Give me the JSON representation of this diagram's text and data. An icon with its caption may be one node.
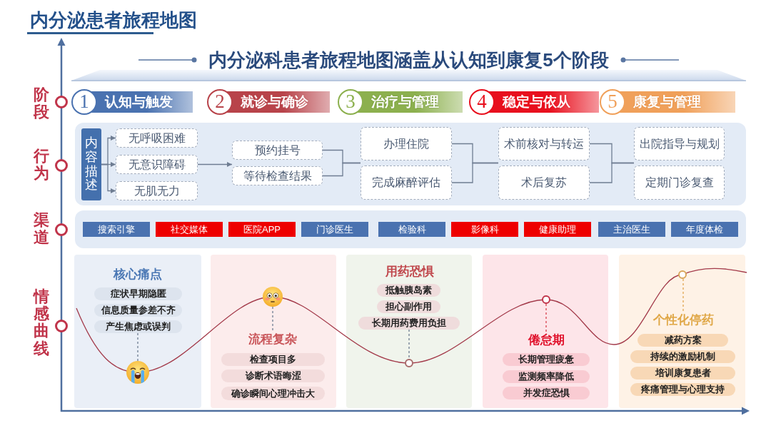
{
  "diagram": {
    "title": "内分泌患者旅程地图",
    "nodes": [
      {
        "text": [
          "内分泌科患者旅程地图涵盖从认知到康复5个阶段"
        ]
      },
      {
        "text": [
          "1",
          "认知与触发"
        ]
      },
      {
        "text": [
          "2",
          "就诊与确诊"
        ]
      },
      {
        "text": [
          "3",
          "治疗与管理"
        ]
      },
      {
        "text": [
          "4",
          "稳定与依从"
        ]
      },
      {
        "text": [
          "5",
          "康复与管理"
        ]
      },
      {
        "text": [],
        "shape": "box"
      },
      {
        "text": [
          "内容描述"
        ],
        "in": 6
      },
      {
        "text": [
          "无呼吸困难"
        ],
        "in": 6
      },
      {
        "text": [
          "无意识障碍"
        ],
        "in": 6
      },
      {
        "text": [
          "无肌无力"
        ],
        "in": 6
      },
      {
        "text": [
          "预约挂号"
        ],
        "in": 6
      },
      {
        "text": [
          "等待检查结果"
        ],
        "in": 6
      },
      {
        "text": [
          "办理住院"
        ],
        "in": 6
      },
      {
        "text": [
          "完成麻醉评估"
        ],
        "in": 6
      },
      {
        "text": [
          "术前核对与转运"
        ],
        "in": 6
      },
      {
        "text": [
          "术后复苏"
        ],
        "in": 6
      },
      {
        "text": [
          "出院指导与规划"
        ],
        "in": 6
      },
      {
        "text": [
          "定期门诊复查"
        ],
        "in": 6
      },
      {
        "text": [],
        "shape": "box"
      },
      {
        "text": [
          "搜索引擎"
        ],
        "in": 19
      },
      {
        "text": [
          "社交媒体"
        ],
        "in": 19
      },
      {
        "text": [
          "医院APP"
        ],
        "in": 19
      },
      {
        "text": [
          "门诊医生"
        ],
        "in": 19
      },
      {
        "text": [
          "检验科"
        ],
        "in": 19
      },
      {
        "text": [
          "影像科"
        ],
        "in": 19
      },
      {
        "text": [
          "健康助理"
        ],
        "in": 19
      },
      {
        "text": [
          "主治医生"
        ],
        "in": 19
      },
      {
        "text": [
          "年度体检"
        ],
        "in": 19
      },
      {
        "text": [],
        "shape": "box"
      },
      {
        "text": [
          "核心痛点"
        ],
        "in": 29
      },
      {
        "text": [
          "症状早期隐匿"
        ],
        "in": 29
      },
      {
        "text": [
          "信息质量参差不齐"
        ],
        "in": 29
      },
      {
        "text": [
          "产生焦虑或误判"
        ],
        "in": 29
      },
      {
        "text": [],
        "shape": "picture",
        "in": 29
      },
      {
        "text": [],
        "shape": "box"
      },
      {
        "text": [],
        "shape": "picture",
        "in": 35
      },
      {
        "text": [
          "流程复杂"
        ],
        "in": 35
      },
      {
        "text": [
          "检查项目多"
        ],
        "in": 35
      },
      {
        "text": [
          "诊断术语晦涩"
        ],
        "in": 35
      },
      {
        "text": [
          "确诊瞬间心理冲击大"
        ],
        "in": 35
      },
      {
        "text": [],
        "shape": "box"
      },
      {
        "text": [
          "用药恐惧"
        ],
        "in": 41
      },
      {
        "text": [
          "抵触胰岛素"
        ],
        "in": 41
      },
      {
        "text": [
          "担心副作用"
        ],
        "in": 41
      },
      {
        "text": [
          "长期用药费用负担"
        ],
        "in": 41
      },
      {
        "text": [],
        "shape": "circle",
        "in": 41
      },
      {
        "text": [],
        "shape": "box"
      },
      {
        "text": [],
        "shape": "circle",
        "in": 47
      },
      {
        "text": [
          "倦怠期"
        ],
        "in": 47
      },
      {
        "text": [
          "长期管理疲惫"
        ],
        "in": 47
      },
      {
        "text": [
          "监测频率降低"
        ],
        "in": 47
      },
      {
        "text": [
          "并发症恐惧"
        ],
        "in": 47
      },
      {
        "text": [],
        "shape": "box"
      },
      {
        "text": [],
        "shape": "circle",
        "in": 53
      },
      {
        "text": [
          "个性化停药"
        ],
        "in": 53
      },
      {
        "text": [
          "减药方案"
        ],
        "in": 53
      },
      {
        "text": [
          "持续的激励机制"
        ],
        "in": 53
      },
      {
        "text": [
          "培训康复患者"
        ],
        "in": 53
      },
      {
        "text": [
          "疼痛管理与心理支持"
        ],
        "in": 53
      }
    ],
    "edges": [
      {
        "from": 7,
        "to": 8,
        "arrow": "to"
      },
      {
        "from": 7,
        "to": 9,
        "arrow": "to"
      },
      {
        "from": 7,
        "to": 10,
        "arrow": "to"
      },
      {
        "from": 9,
        "to": 11,
        "arrow": "to"
      },
      {
        "from": 9,
        "to": 12,
        "arrow": "to"
      },
      {
        "from": 11,
        "to": 13,
        "arrow": "none"
      },
      {
        "from": 11,
        "to": 14,
        "arrow": "none"
      },
      {
        "from": 12,
        "to": 13,
        "arrow": "none"
      },
      {
        "from": 12,
        "to": 14,
        "arrow": "none"
      },
      {
        "from": 13,
        "to": 15,
        "arrow": "none"
      },
      {
        "from": 13,
        "to": 16,
        "arrow": "none"
      },
      {
        "from": 14,
        "to": 15,
        "arrow": "none"
      },
      {
        "from": 14,
        "to": 16,
        "arrow": "none"
      },
      {
        "from": 15,
        "to": 17,
        "arrow": "none"
      },
      {
        "from": 15,
        "to": 18,
        "arrow": "none"
      },
      {
        "from": 16,
        "to": 17,
        "arrow": "none"
      },
      {
        "from": 16,
        "to": 18,
        "arrow": "none"
      },
      {
        "from": 33,
        "to": 34,
        "arrow": "none",
        "style": "dashed"
      },
      {
        "from": 36,
        "to": 37,
        "arrow": "none",
        "style": "dashed"
      },
      {
        "from": 45,
        "to": 46,
        "arrow": "none",
        "style": "dashed"
      },
      {
        "from": 48,
        "to": 49,
        "arrow": "none",
        "style": "dashed",
        "color": "#d9434f"
      },
      {
        "from": 54,
        "to": 55,
        "arrow": "none",
        "style": "dashed",
        "color": "#e0a552"
      }
    ],
    "labels": [
      "阶段",
      "行为",
      "渠道",
      "情感曲线"
    ]
  }
}
